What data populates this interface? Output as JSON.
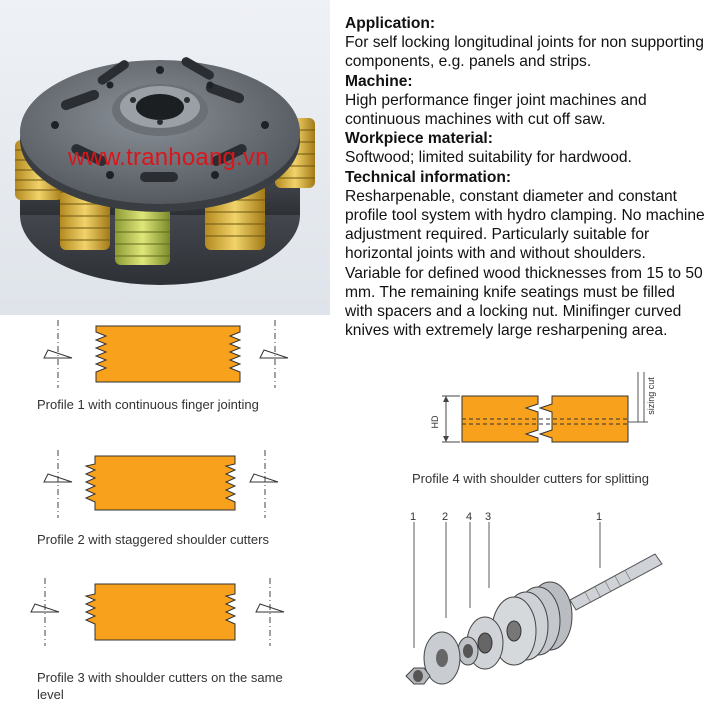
{
  "watermark": "www.tranhoang.vn",
  "spec": {
    "application_heading": "Application:",
    "application_text": "For self locking longitudinal joints for non supporting components, e.g. panels and strips.",
    "machine_heading": "Machine:",
    "machine_text": "High performance finger joint machines and continuous machines with cut off saw.",
    "workpiece_heading": "Workpiece material:",
    "workpiece_text": "Softwood; limited suitability for hardwood.",
    "technical_heading": "Technical information:",
    "technical_text": "Resharpenable, constant diameter and constant profile tool system with hydro clamping. No machine adjustment required. Particularly suitable for horizontal joints with and without shoulders. Variable for defined wood thicknesses from 15 to 50 mm. The remaining knife seatings must be filled with spacers and a locking nut. Minifinger curved knives with extremely large resharpening area."
  },
  "profiles": {
    "p1": "Profile 1 with continuous finger jointing",
    "p2": "Profile 2 with staggered shoulder cutters",
    "p3": "Profile 3 with shoulder cutters on the same level",
    "p4": "Profile 4 with shoulder cutters for splitting"
  },
  "diagram4": {
    "hd_label": "HD",
    "sizing_label": "sizing cut"
  },
  "exploded": {
    "labels": [
      "1",
      "2",
      "4",
      "3",
      "1"
    ]
  },
  "colors": {
    "profile_fill": "#f7a11c",
    "watermark": "#d9161c"
  }
}
